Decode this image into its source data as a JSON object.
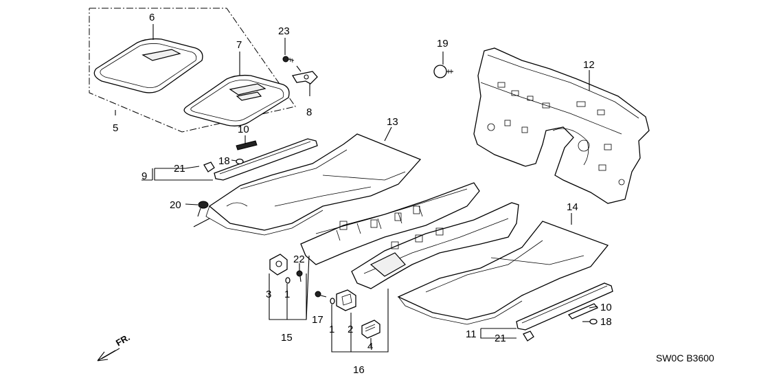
{
  "diagram": {
    "callouts": {
      "c1a": "1",
      "c1b": "1",
      "c2": "2",
      "c3": "3",
      "c4": "4",
      "c5": "5",
      "c6": "6",
      "c7": "7",
      "c8": "8",
      "c9": "9",
      "c10a": "10",
      "c10b": "10",
      "c11": "11",
      "c12": "12",
      "c13": "13",
      "c14": "14",
      "c15": "15",
      "c16": "16",
      "c17": "17",
      "c18a": "18",
      "c18b": "18",
      "c19": "19",
      "c20": "20",
      "c21a": "21",
      "c21b": "21",
      "c22": "22",
      "c23": "23"
    },
    "direction_label": "FR.",
    "diagram_code": "SW0C  B3600"
  }
}
